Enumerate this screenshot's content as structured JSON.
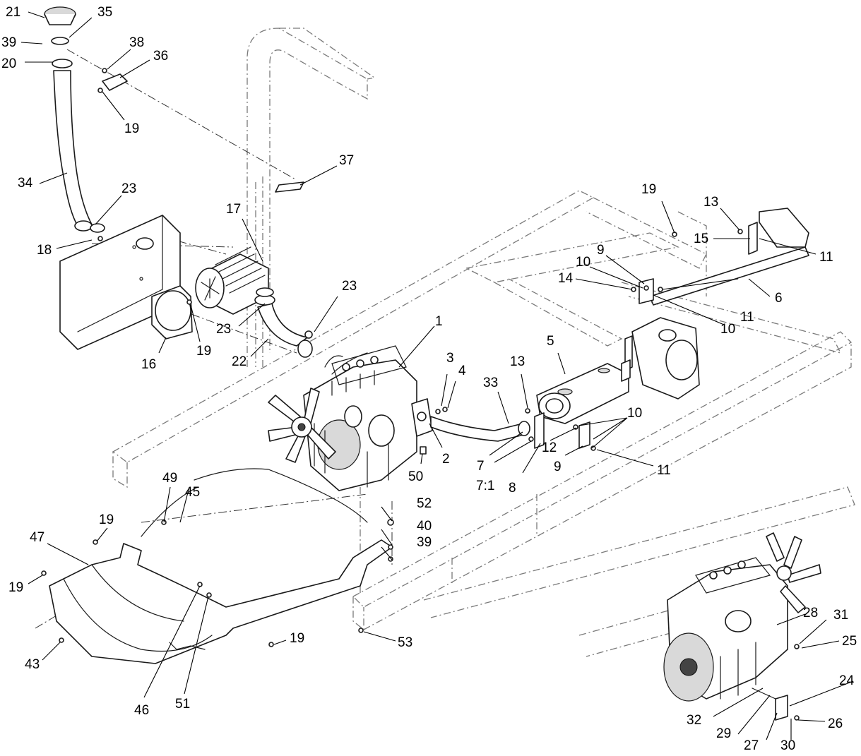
{
  "colors": {
    "ink": "#1a1a1a",
    "frame": "#7a7a7a",
    "background": "#ffffff"
  },
  "callouts": {
    "c1": "1",
    "c2": "2",
    "c3": "3",
    "c4": "4",
    "c5": "5",
    "c6": "6",
    "c7": "7",
    "c7_1": "7:1",
    "c8": "8",
    "c9a": "9",
    "c9b": "9",
    "c10a": "10",
    "c10b": "10",
    "c10c": "10",
    "c11a": "11",
    "c11b": "11",
    "c11c": "11",
    "c12": "12",
    "c13a": "13",
    "c13b": "13",
    "c14": "14",
    "c15": "15",
    "c16": "16",
    "c17": "17",
    "c18": "18",
    "c19a": "19",
    "c19b": "19",
    "c19c": "19",
    "c19d": "19",
    "c19e": "19",
    "c19f": "19",
    "c20": "20",
    "c21": "21",
    "c22": "22",
    "c23a": "23",
    "c23b": "23",
    "c23c": "23",
    "c24": "24",
    "c25": "25",
    "c26": "26",
    "c27": "27",
    "c28": "28",
    "c29": "29",
    "c30": "30",
    "c31": "31",
    "c32": "32",
    "c33": "33",
    "c34": "34",
    "c35": "35",
    "c36": "36",
    "c37": "37",
    "c38": "38",
    "c39a": "39",
    "c39b": "39",
    "c40": "40",
    "c43": "43",
    "c45": "45",
    "c46": "46",
    "c47": "47",
    "c49": "49",
    "c50": "50",
    "c51": "51",
    "c52": "52",
    "c53": "53"
  }
}
